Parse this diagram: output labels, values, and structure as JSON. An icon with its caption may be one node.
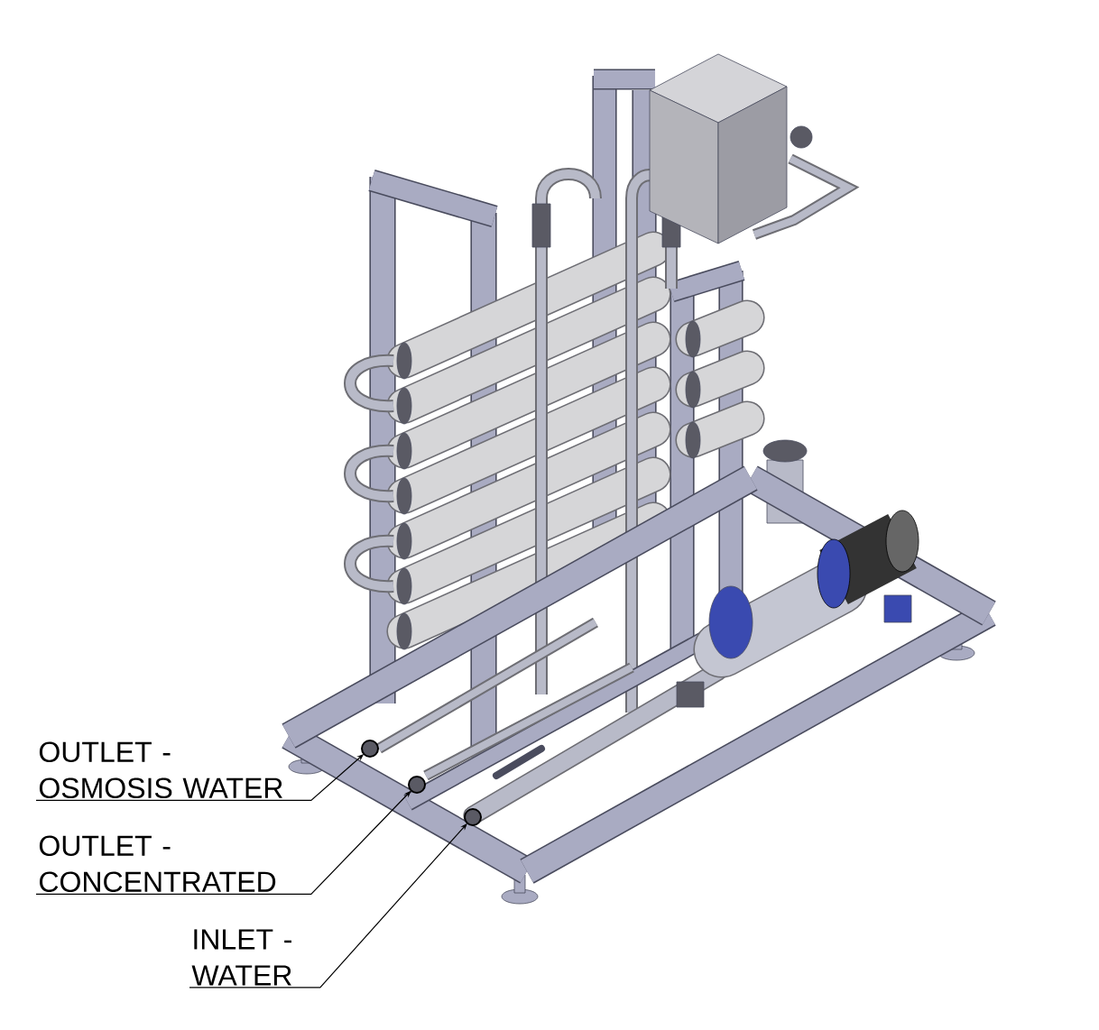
{
  "diagram": {
    "nodes": [
      {
        "text": [
          "OUTLET - OSMOSIS WATER"
        ]
      },
      {
        "text": [
          "OUTLET - CONCENTRATED"
        ]
      },
      {
        "text": [
          "INLET - WATER"
        ]
      }
    ],
    "edges": [
      {
        "from": 0,
        "to": null,
        "arrow": "to"
      },
      {
        "from": 1,
        "to": null,
        "arrow": "to"
      },
      {
        "from": 2,
        "to": null,
        "arrow": "to"
      }
    ]
  }
}
